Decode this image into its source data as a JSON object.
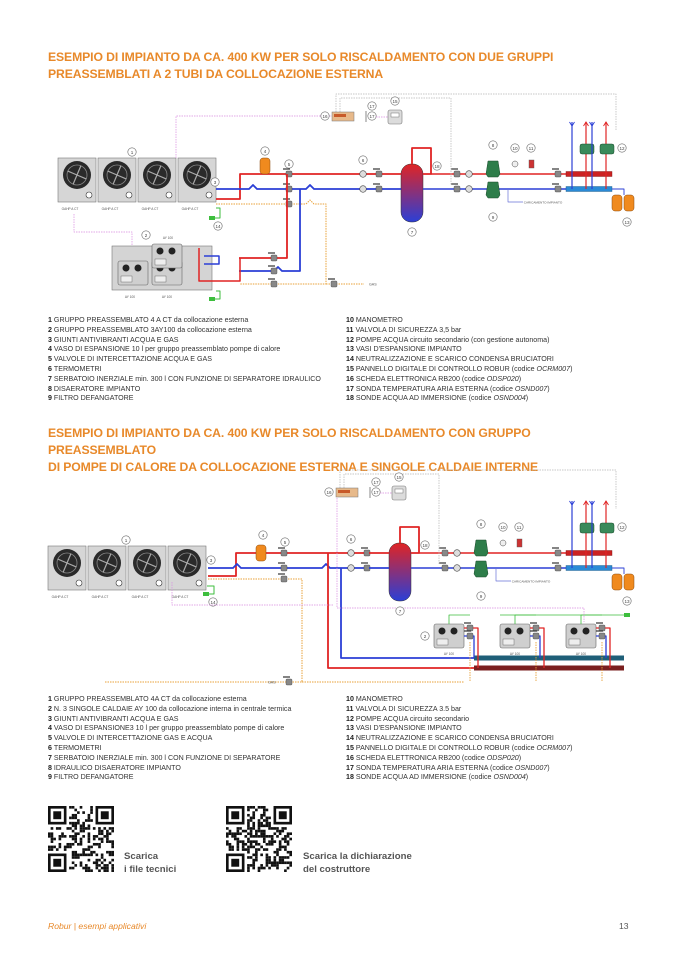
{
  "section1": {
    "title_line1": "ESEMPIO DI IMPIANTO DA CA. 400 KW PER SOLO RISCALDAMENTO CON DUE GRUPPI",
    "title_line2": "PREASSEMBLATI A 2 TUBI DA COLLOCAZIONE ESTERNA",
    "diagram": {
      "unit_labels": [
        "GAHP A CT",
        "GAHP A CT",
        "GAHP A CT",
        "GAHP A CT"
      ],
      "boiler_labels": [
        "AY 100",
        "AY 100",
        "AY 100"
      ],
      "fill_label": "CARICAMENTO IMPIANTO",
      "gas_label": "GAS"
    },
    "legend_left": [
      {
        "n": "1",
        "t": "GRUPPO PREASSEMBLATO 4 A CT da collocazione esterna"
      },
      {
        "n": "2",
        "t": "GRUPPO PREASSEMBLATO 3AY100 da collocazione esterna"
      },
      {
        "n": "3",
        "t": "GIUNTI ANTIVIBRANTI ACQUA E GAS"
      },
      {
        "n": "4",
        "t": "VASO DI ESPANSIONE 10 l per gruppo preassemblato pompe di calore"
      },
      {
        "n": "5",
        "t": "VALVOLE DI INTERCETTAZIONE ACQUA E GAS"
      },
      {
        "n": "6",
        "t": "TERMOMETRI"
      },
      {
        "n": "7",
        "t": "SERBATOIO INERZIALE min. 300 l CON FUNZIONE DI SEPARATORE IDRAULICO"
      },
      {
        "n": "8",
        "t": "DISAERATORE IMPIANTO"
      },
      {
        "n": "9",
        "t": "FILTRO DEFANGATORE"
      }
    ],
    "legend_right": [
      {
        "n": "10",
        "t": "MANOMETRO",
        "code": ""
      },
      {
        "n": "11",
        "t": "VALVOLA DI SICUREZZA 3,5 bar",
        "code": ""
      },
      {
        "n": "12",
        "t": "POMPE ACQUA circuito secondario (con gestione autonoma)",
        "code": ""
      },
      {
        "n": "13",
        "t": "VASI D'ESPANSIONE IMPIANTO",
        "code": ""
      },
      {
        "n": "14",
        "t": "NEUTRALIZZAZIONE E SCARICO CONDENSA BRUCIATORI",
        "code": ""
      },
      {
        "n": "15",
        "t": "PANNELLO DIGITALE DI CONTROLLO ROBUR (codice ",
        "code": "OCRM007"
      },
      {
        "n": "16",
        "t": "SCHEDA ELETTRONICA RB200 (codice ",
        "code": "ODSP020"
      },
      {
        "n": "17",
        "t": "SONDA TEMPERATURA ARIA ESTERNA (codice ",
        "code": "OSND007"
      },
      {
        "n": "18",
        "t": "SONDE ACQUA AD IMMERSIONE (codice ",
        "code": "OSND004"
      }
    ]
  },
  "section2": {
    "title_line1": "ESEMPIO DI IMPIANTO DA CA. 400 KW PER SOLO RISCALDAMENTO CON GRUPPO PREASSEMBLATO",
    "title_line2": "DI POMPE DI CALORE DA COLLOCAZIONE ESTERNA E SINGOLE CALDAIE INTERNE",
    "diagram": {
      "unit_labels": [
        "GAHP A CT",
        "GAHP A CT",
        "GAHP A CT",
        "GAHP A CT"
      ],
      "boiler_labels": [
        "AY 100",
        "AY 100",
        "AY 100"
      ],
      "fill_label": "CARICAMENTO IMPIANTO",
      "gas_label": "GAS"
    },
    "legend_left": [
      {
        "n": "1",
        "t": "GRUPPO PREASSEMBLATO 4A CT da collocazione esterna"
      },
      {
        "n": "2",
        "t": "N. 3 SINGOLE CALDAIE AY 100 da collocazione interna in centrale termica"
      },
      {
        "n": "3",
        "t": "GIUNTI ANTIVIBRANTI ACQUA E GAS"
      },
      {
        "n": "4",
        "t": "VASO DI ESPANSIONE3 10 l per gruppo preassemblato pompe di calore"
      },
      {
        "n": "5",
        "t": "VALVOLE DI INTERCETTAZIONE GAS E ACQUA"
      },
      {
        "n": "6",
        "t": "TERMOMETRI"
      },
      {
        "n": "7",
        "t": "SERBATOIO INERZIALE min. 300 l CON FUNZIONE DI SEPARATORE"
      },
      {
        "n": "8",
        "t": "IDRAULICO DISAERATORE IMPIANTO"
      },
      {
        "n": "9",
        "t": "FILTRO DEFANGATORE"
      }
    ],
    "legend_right": [
      {
        "n": "10",
        "t": "MANOMETRO",
        "code": ""
      },
      {
        "n": "11",
        "t": "VALVOLA DI SICUREZZA 3.5 bar",
        "code": ""
      },
      {
        "n": "12",
        "t": "POMPE ACQUA circuito secondario",
        "code": ""
      },
      {
        "n": "13",
        "t": "VASI D'ESPANSIONE IMPIANTO",
        "code": ""
      },
      {
        "n": "14",
        "t": "NEUTRALIZZAZIONE E SCARICO CONDENSA BRUCIATORI",
        "code": ""
      },
      {
        "n": "15",
        "t": "PANNELLO DIGITALE DI CONTROLLO ROBUR (codice ",
        "code": "OCRM007"
      },
      {
        "n": "16",
        "t": "SCHEDA ELETTRONICA RB200 (codice ",
        "code": "ODSP020"
      },
      {
        "n": "17",
        "t": "SONDA TEMPERATURA ARIA ESTERNA (codice ",
        "code": "OSND007"
      },
      {
        "n": "18",
        "t": "SONDE ACQUA AD IMMERSIONE (codice ",
        "code": "OSND004"
      }
    ]
  },
  "downloads": [
    {
      "line1": "Scarica",
      "line2": "i file tecnici",
      "icon": "qr-code-icon"
    },
    {
      "line1": "Scarica la dichiarazione",
      "line2": "del costruttore",
      "icon": "qr-code-icon"
    }
  ],
  "footer": {
    "left": "Robur | esempi applicativi",
    "page_number": "13"
  },
  "colors": {
    "accent": "#E8892A",
    "hot_pipe": "#E02424",
    "cold_pipe": "#2B3FD6",
    "gas_line": "#E8A23A",
    "signal_line": "#D98BE0",
    "control_line": "#B5B5B5",
    "condensate": "#3DBE3D",
    "filter_green": "#2E7D4A",
    "expansion_vessel": "#F08A1E"
  }
}
